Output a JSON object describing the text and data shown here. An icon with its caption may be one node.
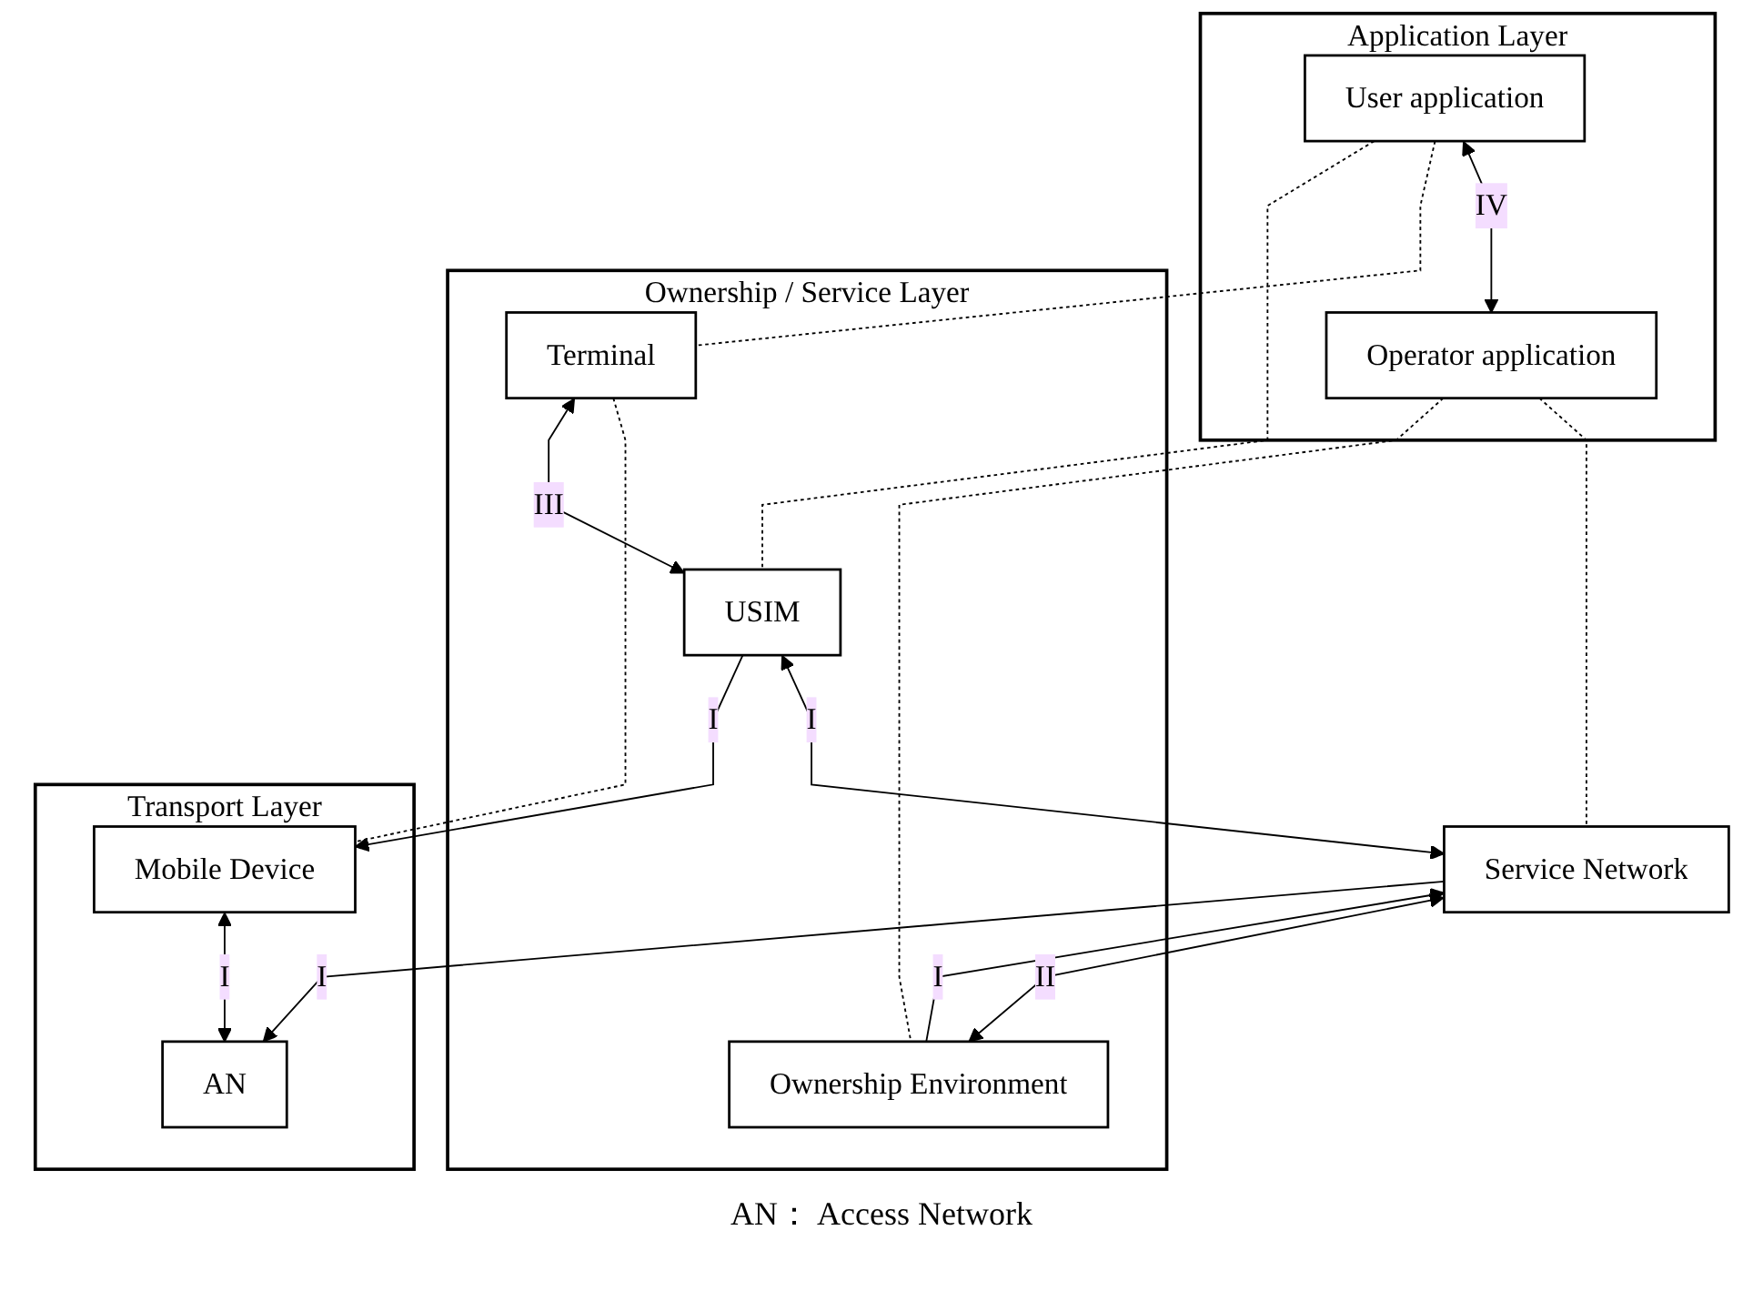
{
  "diagram": {
    "nodes": [
      {
        "text": [
          "Application Layer"
        ]
      },
      {
        "text": [
          "User application"
        ],
        "in": 0
      },
      {
        "text": [
          "Operator application"
        ],
        "in": 0
      },
      {
        "text": [
          "Ownership / Service Layer"
        ]
      },
      {
        "text": [
          "Terminal"
        ],
        "in": 3
      },
      {
        "text": [
          "USIM"
        ],
        "in": 3
      },
      {
        "text": [
          "Ownership Environment"
        ],
        "in": 3
      },
      {
        "text": [
          "Service Network"
        ]
      },
      {
        "text": [
          "Transport Layer"
        ]
      },
      {
        "text": [
          "Mobile Device"
        ],
        "in": 8
      },
      {
        "text": [
          "AN"
        ],
        "in": 8
      }
    ],
    "edges": [
      {
        "from": 1,
        "to": 2,
        "arrow": "both",
        "label": "IV"
      },
      {
        "from": 1,
        "to": 4,
        "arrow": "none",
        "style": "dashed"
      },
      {
        "from": 4,
        "to": 9,
        "arrow": "none",
        "style": "dashed"
      },
      {
        "from": 1,
        "to": 5,
        "arrow": "none",
        "style": "dashed"
      },
      {
        "from": 2,
        "to": 7,
        "arrow": "none",
        "style": "dashed"
      },
      {
        "from": 2,
        "to": 6,
        "arrow": "none",
        "style": "dashed"
      },
      {
        "from": 4,
        "to": 5,
        "arrow": "both",
        "label": "III"
      },
      {
        "from": 5,
        "to": 7,
        "arrow": "both",
        "label": "I"
      },
      {
        "from": 6,
        "to": 7,
        "arrow": "to",
        "label": "I"
      },
      {
        "from": 7,
        "to": 6,
        "arrow": "both",
        "label": "II"
      },
      {
        "from": 5,
        "to": 9,
        "arrow": "to",
        "label": "I"
      },
      {
        "from": 7,
        "to": 10,
        "arrow": "to",
        "label": "I"
      },
      {
        "from": 9,
        "to": 10,
        "arrow": "both",
        "label": "I"
      }
    ],
    "labels": [
      "AN： Access Network"
    ]
  }
}
